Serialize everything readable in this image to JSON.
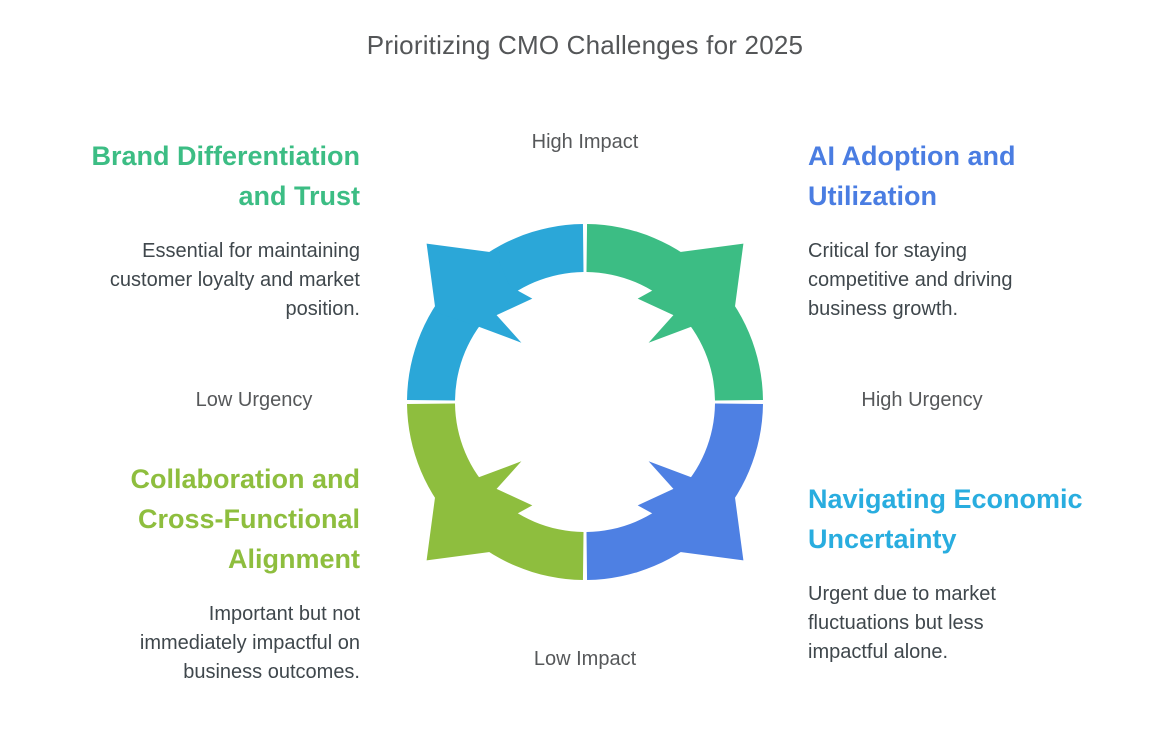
{
  "title": "Prioritizing CMO Challenges for 2025",
  "axes": {
    "top": "High Impact",
    "bottom": "Low Impact",
    "left": "Low Urgency",
    "right": "High Urgency"
  },
  "quadrants": [
    {
      "position": "top-left",
      "title": "Brand Differentiation\nand Trust",
      "description": "Essential for maintaining\ncustomer loyalty and market\nposition.",
      "color": "#3CBD84"
    },
    {
      "position": "top-right",
      "title": "AI Adoption and\nUtilization",
      "description": "Critical for staying\ncompetitive and driving\nbusiness growth.",
      "color": "#4A7DE2"
    },
    {
      "position": "bottom-left",
      "title": "Collaboration and\nCross-Functional\nAlignment",
      "description": "Important but not\nimmediately impactful on\nbusiness outcomes.",
      "color": "#8EBE3E"
    },
    {
      "position": "bottom-right",
      "title": "Navigating Economic\nUncertainty",
      "description": "Urgent due to market\nfluctuations but less\nimpactful alone.",
      "color": "#29ADDF"
    }
  ],
  "ring": {
    "top_left_color": "#2BA7D8",
    "top_right_color": "#3CBD84",
    "bottom_left_color": "#8EBE3E",
    "bottom_right_color": "#4E80E3",
    "text_color": "#3f474c",
    "label_color": "#56585a"
  }
}
